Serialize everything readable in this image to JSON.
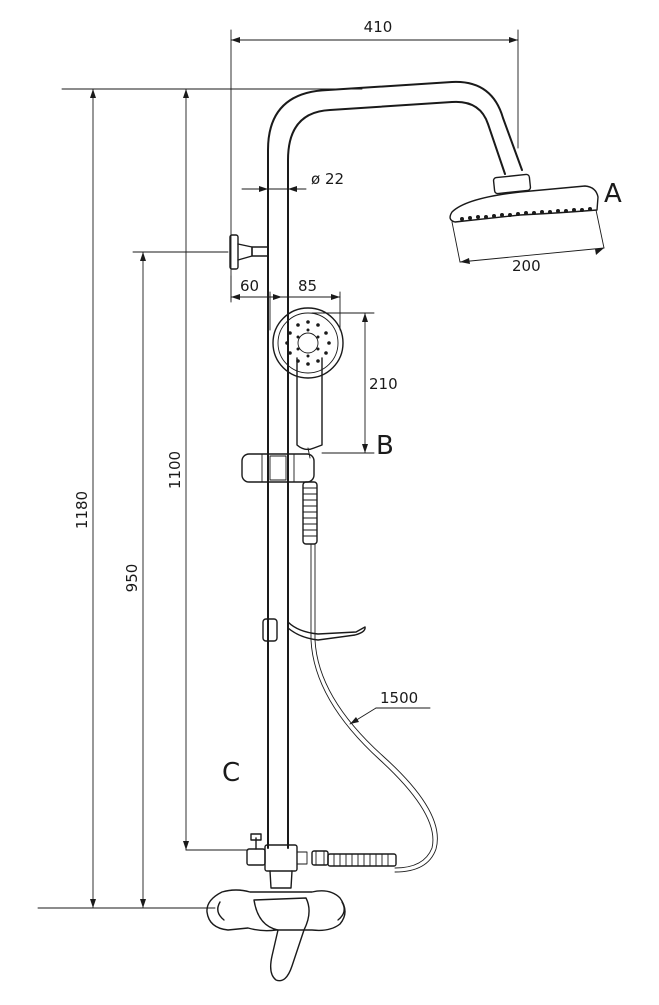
{
  "dimensions": {
    "overall_width": "410",
    "pipe_diameter": "ø 22",
    "wall_bracket_offset": "60",
    "hand_shower_width": "85",
    "hand_shower_height": "210",
    "head_shower_diameter": "200",
    "total_height": "1180",
    "rail_height": "1100",
    "bracket_height": "950",
    "hose_length": "1500"
  },
  "labels": {
    "head_shower": "A",
    "hand_shower": "B",
    "mixer": "C"
  }
}
